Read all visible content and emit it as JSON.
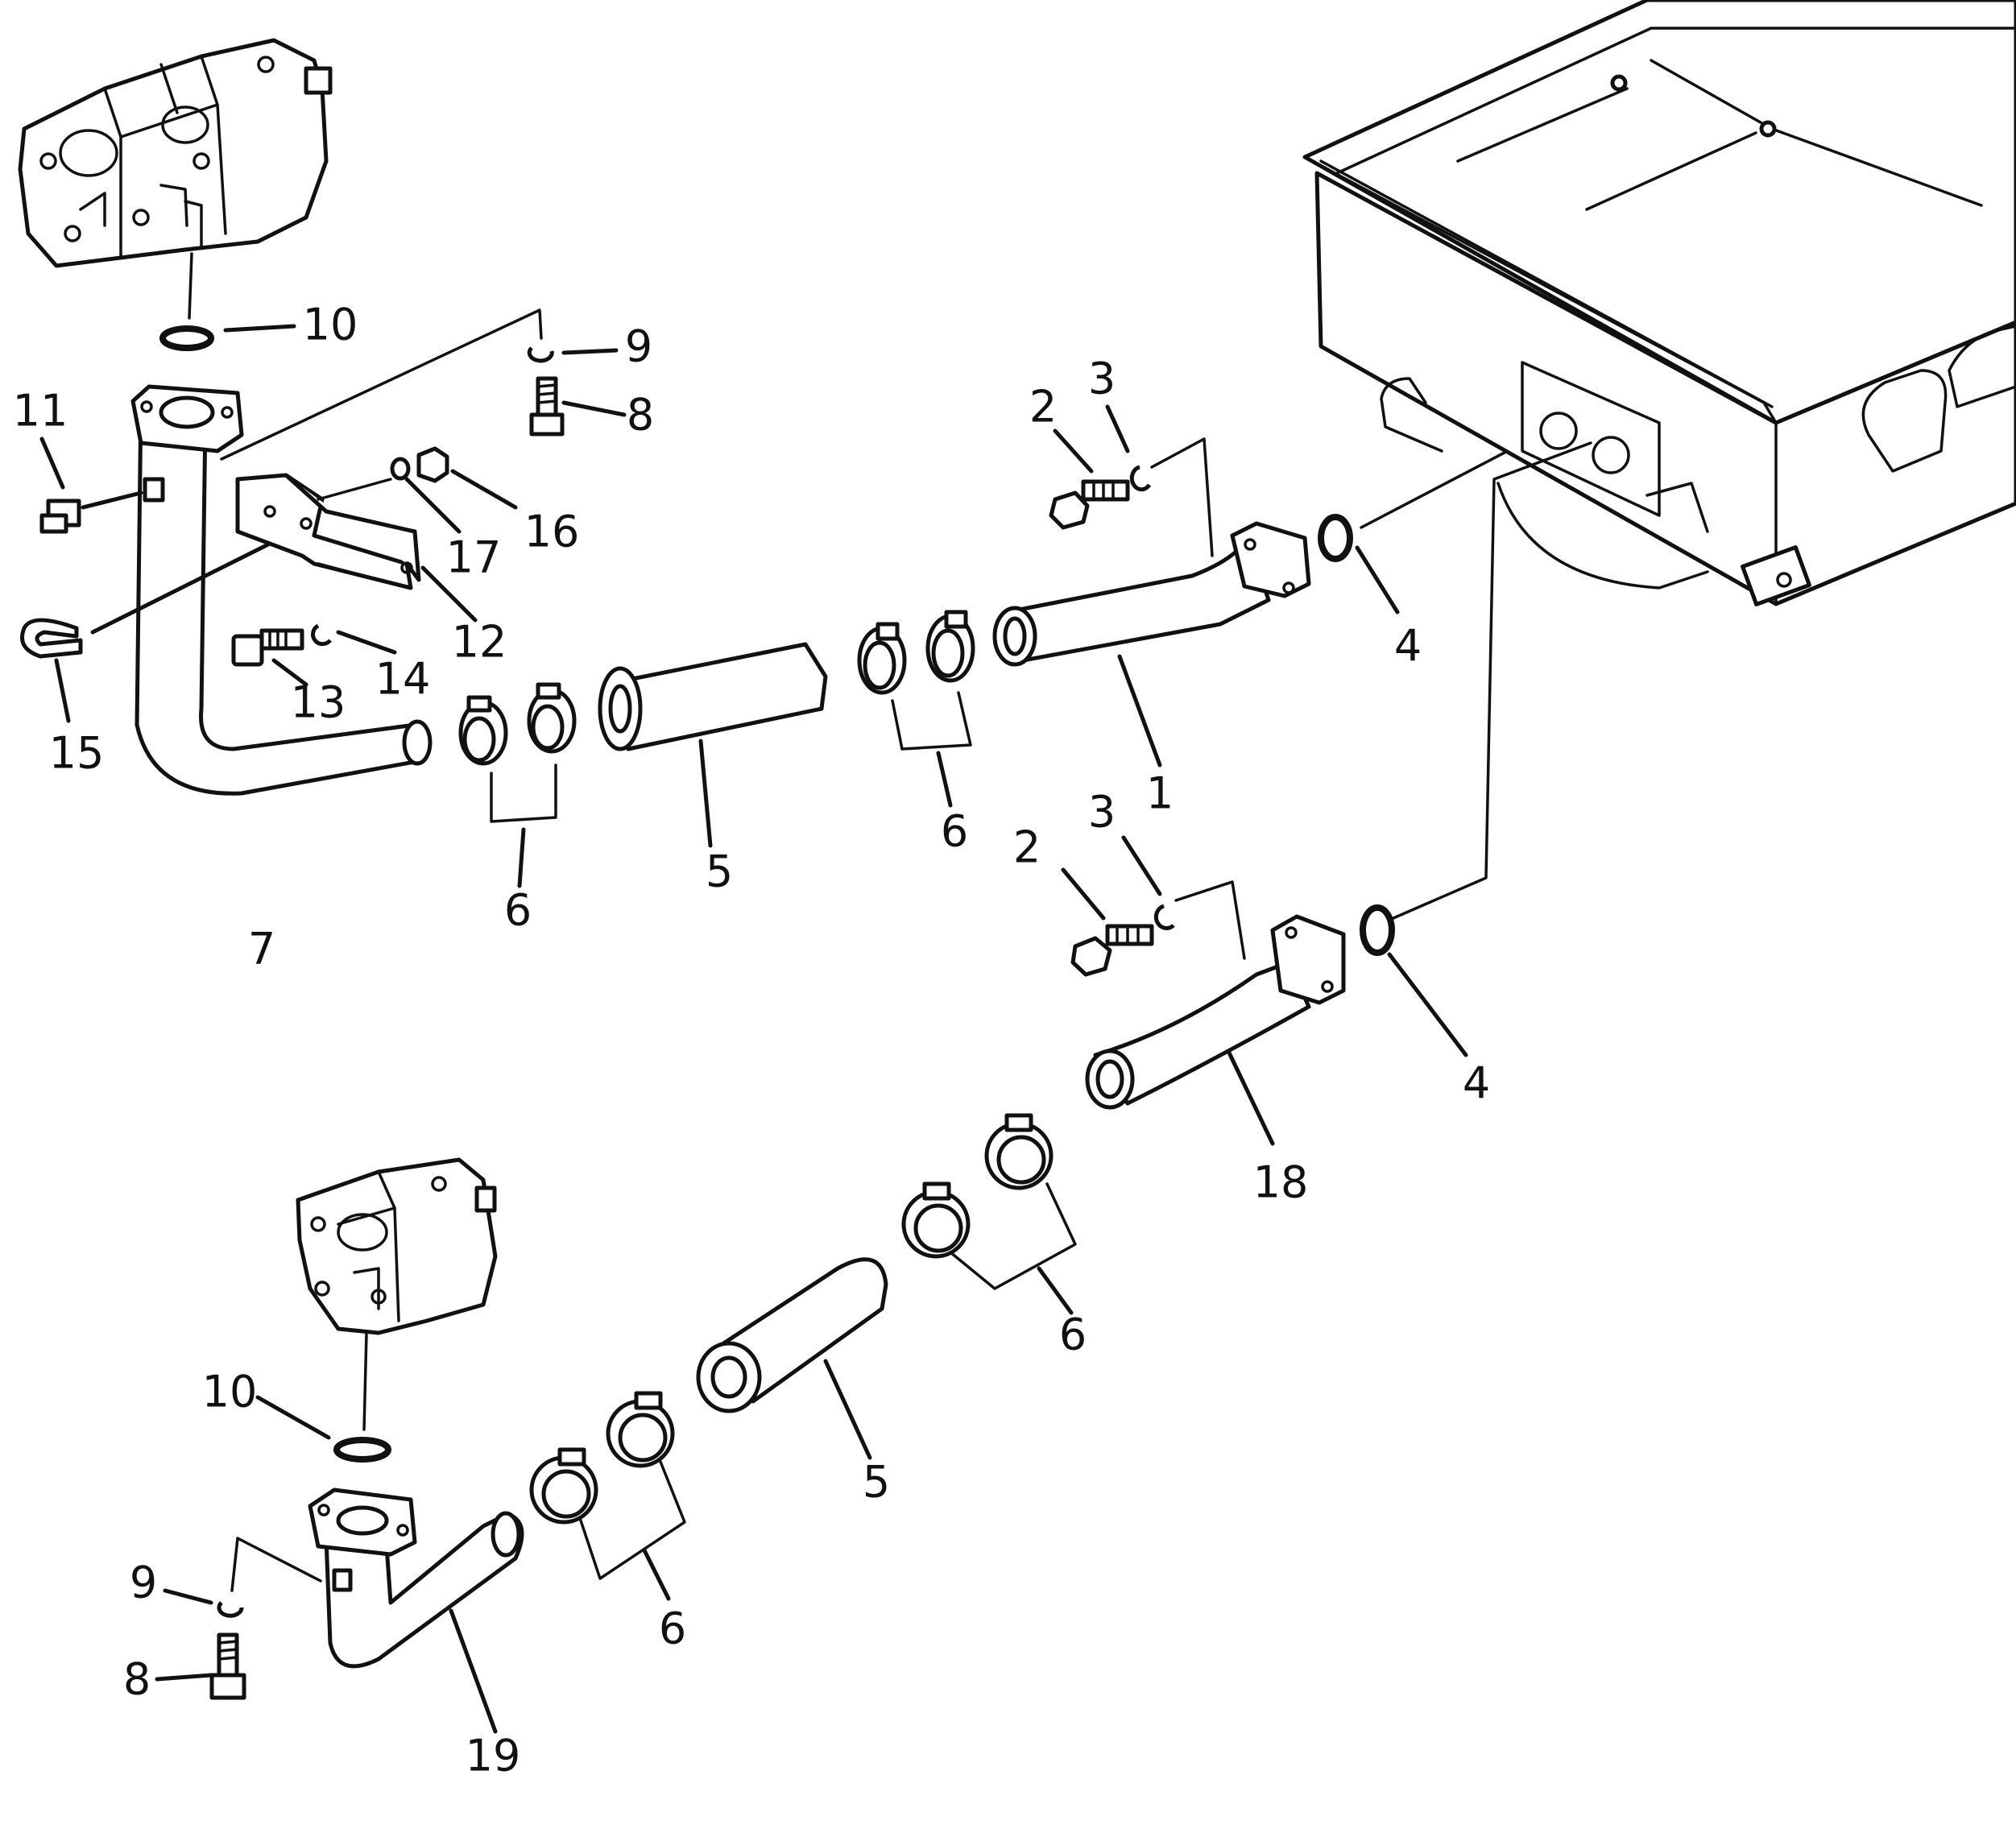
{
  "callouts": [
    {
      "id": "c1",
      "text": "1"
    },
    {
      "id": "c2a",
      "text": "2"
    },
    {
      "id": "c3a",
      "text": "3"
    },
    {
      "id": "c2b",
      "text": "2"
    },
    {
      "id": "c3b",
      "text": "3"
    },
    {
      "id": "c4a",
      "text": "4"
    },
    {
      "id": "c4b",
      "text": "4"
    },
    {
      "id": "c5a",
      "text": "5"
    },
    {
      "id": "c5b",
      "text": "5"
    },
    {
      "id": "c6a",
      "text": "6"
    },
    {
      "id": "c6b",
      "text": "6"
    },
    {
      "id": "c6c",
      "text": "6"
    },
    {
      "id": "c6d",
      "text": "6"
    },
    {
      "id": "c7",
      "text": "7"
    },
    {
      "id": "c8a",
      "text": "8"
    },
    {
      "id": "c8b",
      "text": "8"
    },
    {
      "id": "c9a",
      "text": "9"
    },
    {
      "id": "c9b",
      "text": "9"
    },
    {
      "id": "c10a",
      "text": "10"
    },
    {
      "id": "c10b",
      "text": "10"
    },
    {
      "id": "c11",
      "text": "11"
    },
    {
      "id": "c12",
      "text": "12"
    },
    {
      "id": "c13",
      "text": "13"
    },
    {
      "id": "c14",
      "text": "14"
    },
    {
      "id": "c15",
      "text": "15"
    },
    {
      "id": "c16",
      "text": "16"
    },
    {
      "id": "c17",
      "text": "17"
    },
    {
      "id": "c18",
      "text": "18"
    },
    {
      "id": "c19",
      "text": "19"
    }
  ]
}
